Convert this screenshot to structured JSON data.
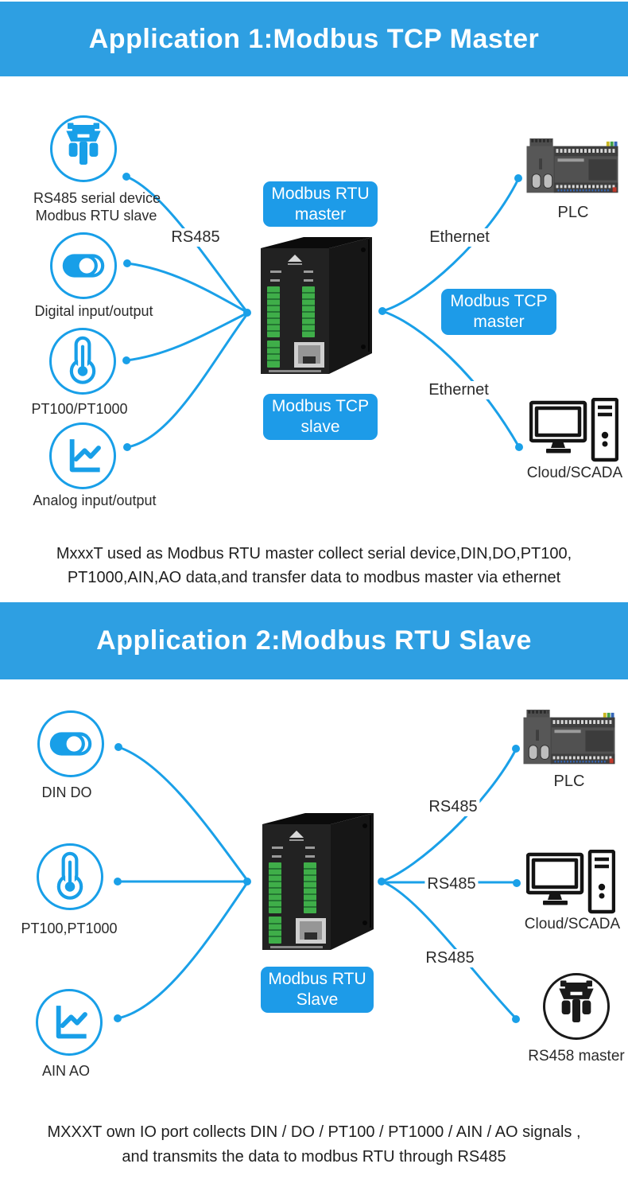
{
  "colors": {
    "banner_blue": "#2e9fe2",
    "box_blue": "#1d9be8",
    "line_blue": "#1aa0e8",
    "icon_blue": "#189fe8",
    "device_dark": "#212121",
    "terminal_green": "#3fae49"
  },
  "app1": {
    "header": "Application 1:Modbus TCP Master",
    "source_serial": {
      "label_line1": "RS485 serial device",
      "label_line2": "Modbus RTU slave"
    },
    "source_digital": {
      "label": "Digital input/output"
    },
    "source_pt": {
      "label": "PT100/PT1000"
    },
    "source_analog": {
      "label": "Analog input/output"
    },
    "link_rs485": "RS485",
    "link_ethernet_top": "Ethernet",
    "link_ethernet_bottom": "Ethernet",
    "box_rtu_master": {
      "line1": "Modbus RTU",
      "line2": "master"
    },
    "box_tcp_slave": {
      "line1": "Modbus TCP",
      "line2": "slave"
    },
    "box_tcp_master": {
      "line1": "Modbus TCP",
      "line2": "master"
    },
    "plc_label": "PLC",
    "scada_label": "Cloud/SCADA",
    "caption_line1": "MxxxT used as Modbus RTU master collect serial device,DIN,DO,PT100,",
    "caption_line2": "PT1000,AIN,AO data,and transfer data to modbus master via ethernet"
  },
  "app2": {
    "header": "Application 2:Modbus RTU Slave",
    "source_digital": {
      "label": "DIN DO"
    },
    "source_pt": {
      "label": "PT100,PT1000"
    },
    "source_analog": {
      "label": "AIN AO"
    },
    "box_rtu_slave": {
      "line1": "Modbus RTU",
      "line2": "Slave"
    },
    "link_rs485_top": "RS485",
    "link_rs485_mid": "RS485",
    "link_rs485_bottom": "RS485",
    "plc_label": "PLC",
    "scada_label": "Cloud/SCADA",
    "serial_label": "RS458 master",
    "caption_line1": "MXXXT own IO port collects DIN / DO / PT100 / PT1000 / AIN / AO signals ,",
    "caption_line2": "and transmits the data to modbus RTU through RS485"
  }
}
